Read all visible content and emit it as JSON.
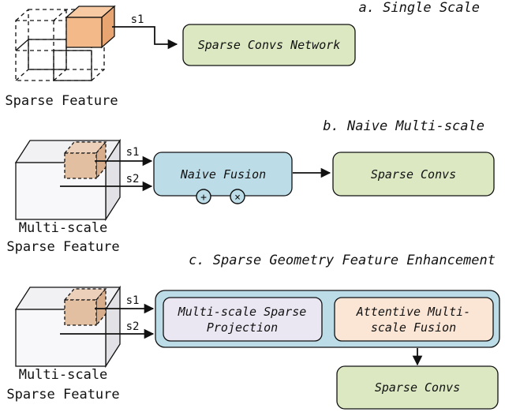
{
  "section_a": {
    "title": "a. Single Scale",
    "cube_label": "Sparse Feature",
    "arrow_label": "s1",
    "box_label": "Sparse Convs Network"
  },
  "section_b": {
    "title": "b. Naive Multi-scale",
    "cube_label_line1": "Multi-scale",
    "cube_label_line2": "Sparse Feature",
    "arrow1_label": "s1",
    "arrow2_label": "s2",
    "fusion_label": "Naive Fusion",
    "op_add": "+",
    "op_mul": "×",
    "box_label": "Sparse Convs"
  },
  "section_c": {
    "title": "c. Sparse Geometry Feature Enhancement",
    "cube_label_line1": "Multi-scale",
    "cube_label_line2": "Sparse Feature",
    "arrow1_label": "s1",
    "arrow2_label": "s2",
    "projection_line1": "Multi-scale Sparse",
    "projection_line2": "Projection",
    "fusion_line1": "Attentive Multi-",
    "fusion_line2": "scale Fusion",
    "box_label": "Sparse Convs"
  },
  "colors": {
    "green_fill": "#dbe8c2",
    "blue_fill": "#bcdde8",
    "lavender_fill": "#eae7f2",
    "peach_fill": "#fbe6d6",
    "orange_cube": "#f3b989",
    "tan_cube": "#e3bfa2",
    "stroke": "#111111"
  }
}
